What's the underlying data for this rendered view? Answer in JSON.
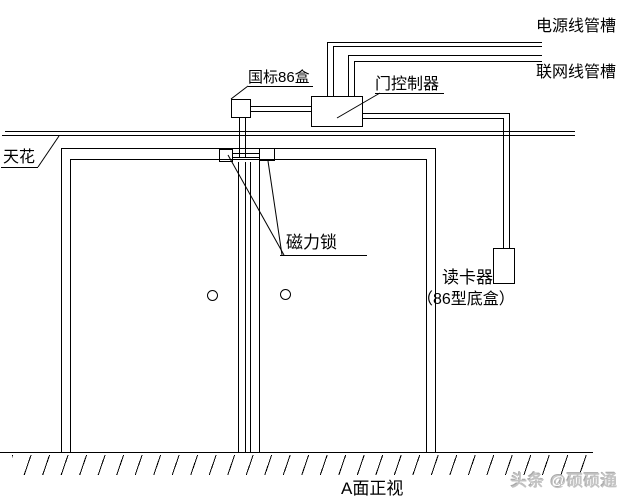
{
  "labels": {
    "power_conduit": "电源线管槽",
    "network_conduit": "联网线管槽",
    "gb86_box": "国标86盒",
    "door_controller": "门控制器",
    "ceiling": "天花",
    "magnetic_lock": "磁力锁",
    "card_reader": "读卡器",
    "card_reader_note": "（86型底盒）",
    "caption": "A面正视"
  },
  "watermark": {
    "text": "头条 @硕硕通",
    "color": "#c3c3c3"
  },
  "colors": {
    "line": "#000000",
    "background": "#ffffff"
  }
}
